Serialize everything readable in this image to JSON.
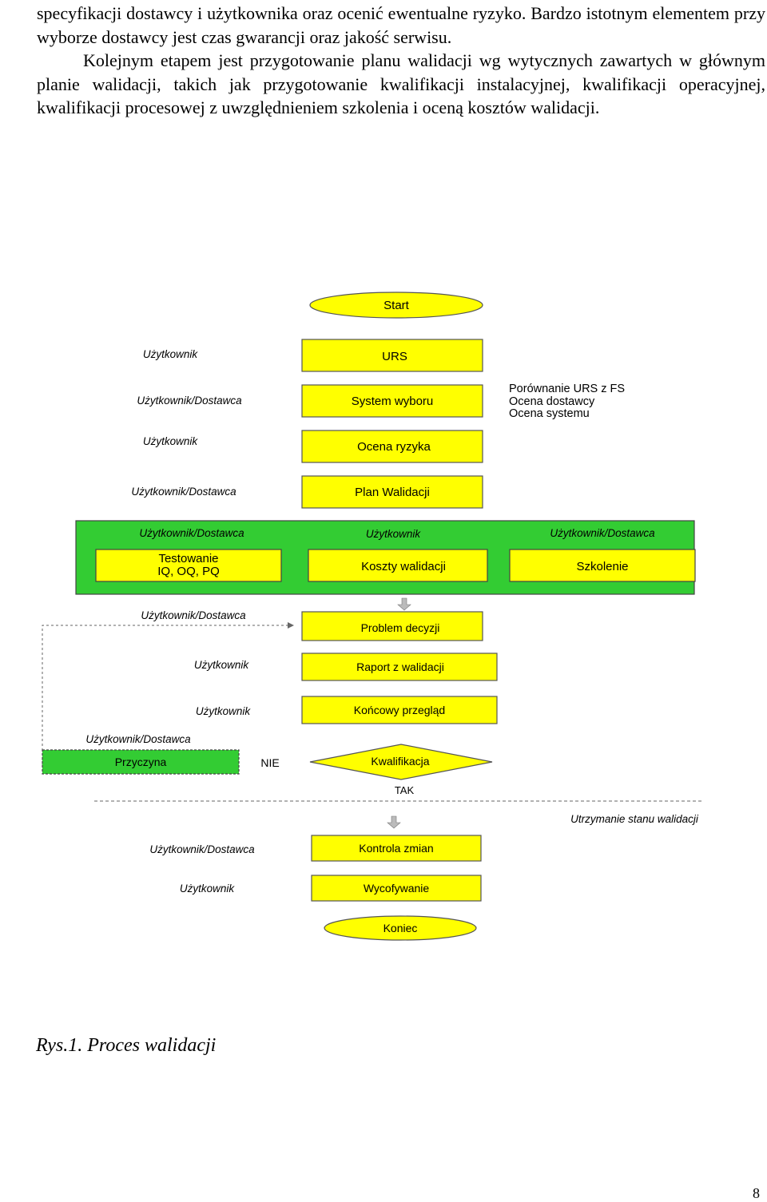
{
  "paragraph": {
    "line1": "specyfikacji dostawcy i użytkownika oraz ocenić ewentualne ryzyko. Bardzo istotnym elementem przy wyborze dostawcy jest czas gwarancji oraz jakość serwisu.",
    "line2": "Kolejnym etapem jest przygotowanie planu walidacji wg wytycznych zawartych w głównym planie walidacji, takich jak przygotowanie kwalifikacji instalacyjnej, kwalifikacji operacyjnej, kwalifikacji procesowej z uwzględnieniem szkolenia i oceną kosztów walidacji."
  },
  "flow": {
    "start": "Start",
    "urs": "URS",
    "urs_role": "Użytkownik",
    "system": "System wyboru",
    "system_role": "Użytkownik/Dostawca",
    "system_notes": [
      "Porównanie URS z FS",
      "Ocena dostawcy",
      "Ocena systemu"
    ],
    "risk": "Ocena ryzyka",
    "risk_role": "Użytkownik",
    "plan": "Plan Walidacji",
    "plan_role": "Użytkownik/Dostawca",
    "group": {
      "testing_role": "Użytkownik/Dostawca",
      "testing_line1": "Testowanie",
      "testing_line2": "IQ, OQ, PQ",
      "costs_role": "Użytkownik",
      "costs": "Koszty walidacji",
      "training_role": "Użytkownik/Dostawca",
      "training": "Szkolenie"
    },
    "problem": "Problem decyzji",
    "problem_role": "Użytkownik/Dostawca",
    "report": "Raport z walidacji",
    "report_role": "Użytkownik",
    "review": "Końcowy przegląd",
    "review_role": "Użytkownik",
    "cause": "Przyczyna",
    "cause_role": "Użytkownik/Dostawca",
    "no": "NIE",
    "qualification": "Kwalifikacja",
    "yes": "TAK",
    "maintenance": "Utrzymanie stanu walidacji",
    "change_control": "Kontrola zmian",
    "change_role": "Użytkownik/Dostawca",
    "withdrawal": "Wycofywanie",
    "withdrawal_role": "Użytkownik",
    "end": "Koniec"
  },
  "colors": {
    "box_fill": "#ffff00",
    "group_fill": "#33cc33",
    "cause_fill": "#33cc33",
    "border": "#555555",
    "text": "#000000"
  },
  "caption": "Rys.1. Proces walidacji",
  "page_number": "8"
}
